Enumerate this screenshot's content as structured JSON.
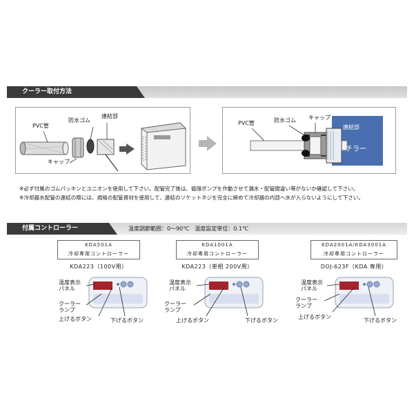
{
  "section1": {
    "title": "クーラー取付方法",
    "left_labels": {
      "pvc": "PVC管",
      "rubber": "防水ゴム",
      "joint": "連結部",
      "cap": "キャップ"
    },
    "right_labels": {
      "pvc": "PVC管",
      "rubber": "防水ゴム",
      "cap": "キャップ",
      "joint": "連結部",
      "chiller": "チラー"
    },
    "notes": [
      "※必ず付属のゴムパッキンとユニオンを使用して下さい。配管完了後は、循環ポンプを作動させて漏水・配管間違い等がないか確認して下さい。",
      "※冷却器水配管の連結の際には、規格の配管資材を使用して、連結のソケットネジを完全に締めて冷却器の内部へ水が入らないようにして下さい。"
    ]
  },
  "section2": {
    "title": "付属コントローラー",
    "spec": "温度調節範囲：0～90℃　温度設定単位：0.1℃",
    "controllers": [
      {
        "model_line1": "KDA501A",
        "model_line2": "冷却専用コントローラー",
        "name": "KDA223（100V用）"
      },
      {
        "model_line1": "KDA1001A",
        "model_line2": "冷却専用コントローラー",
        "name": "KDA223（単相 200V用）"
      },
      {
        "model_line1": "KDA2001A/KDA3001A",
        "model_line2": "冷却専用コントローラー",
        "name": "DOJ-623F（KDA 専用）"
      }
    ],
    "labels": {
      "panel": "温度表示\nパネル",
      "lamp": "クーラー\nランプ",
      "up": "上げるボタン",
      "down": "下げるボタン"
    }
  },
  "colors": {
    "bar_dark": "#3a3a3a",
    "chiller_blue": "#4a6fb0"
  }
}
